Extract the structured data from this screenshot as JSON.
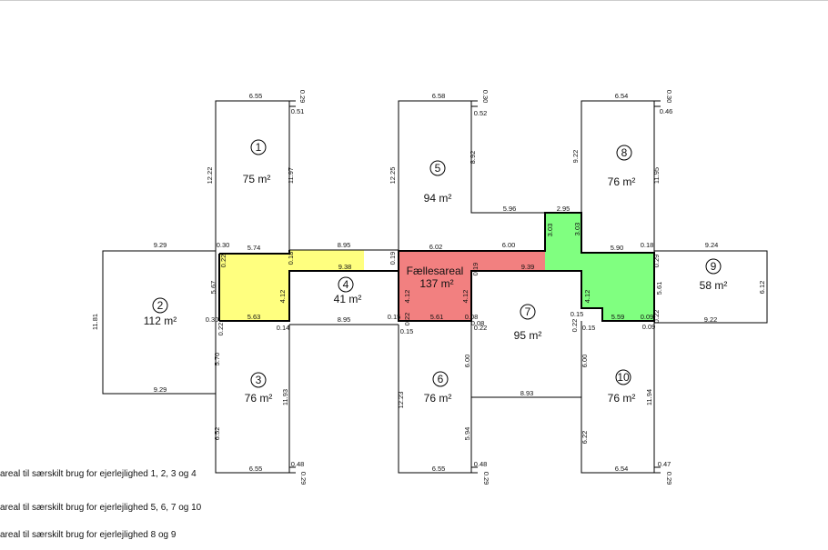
{
  "units": [
    {
      "no": "1",
      "area": "75 m²"
    },
    {
      "no": "2",
      "area": "112 m²"
    },
    {
      "no": "3",
      "area": "76 m²"
    },
    {
      "no": "4",
      "area": "41 m²"
    },
    {
      "no": "5",
      "area": "94 m²"
    },
    {
      "no": "6",
      "area": "76 m²"
    },
    {
      "no": "7",
      "area": "95 m²"
    },
    {
      "no": "8",
      "area": "76 m²"
    },
    {
      "no": "9",
      "area": "58 m²"
    },
    {
      "no": "10",
      "area": "76 m²"
    }
  ],
  "common": {
    "label": "Fællesareal",
    "area": "137 m²"
  },
  "dims": [
    "6.55",
    "0.29",
    "0.51",
    "12.22",
    "11.97",
    "6.58",
    "0.30",
    "0.52",
    "12.25",
    "8.92",
    "5.96",
    "2.95",
    "6.54",
    "0.30",
    "0.46",
    "9.22",
    "11.95",
    "9.29",
    "0.30",
    "5.74",
    "8.95",
    "0.19",
    "6.02",
    "6.00",
    "5.90",
    "0.18",
    "9.24",
    "0.22",
    "0.18",
    "9.38",
    "9.39",
    "3.03",
    "3.03",
    "0.29",
    "5.67",
    "4.12",
    "4.12",
    "0.19",
    "4.12",
    "4.12",
    "5.61",
    "6.12",
    "0.30",
    "5.63",
    "8.95",
    "0.15",
    "0.22",
    "5.61",
    "0.08",
    "0.22",
    "0.08",
    "0.15",
    "0.22",
    "5.59",
    "0.09",
    "0.22",
    "9.22",
    "0.22",
    "0.14",
    "0.15",
    "0.09",
    "0.15",
    "11.81",
    "5.70",
    "11.93",
    "12.23",
    "6.00",
    "6.00",
    "11.94",
    "9.29",
    "8.93",
    "6.52",
    "5.94",
    "6.22",
    "6.55",
    "0.48",
    "0.29",
    "6.55",
    "0.48",
    "0.29",
    "6.54",
    "0.47",
    "0.29"
  ],
  "legend": [
    "areal til særskilt brug for ejerlejlighed 1, 2, 3 og 4",
    "areal til særskilt brug for ejerlejlighed 5, 6, 7 og 10",
    "areal til særskilt brug for ejerlejlighed 8 og 9"
  ],
  "colors": {
    "yellow_zone": "#ffff7f",
    "red_zone": "#f28080",
    "green_zone": "#80ff80",
    "lines": "#000000"
  }
}
